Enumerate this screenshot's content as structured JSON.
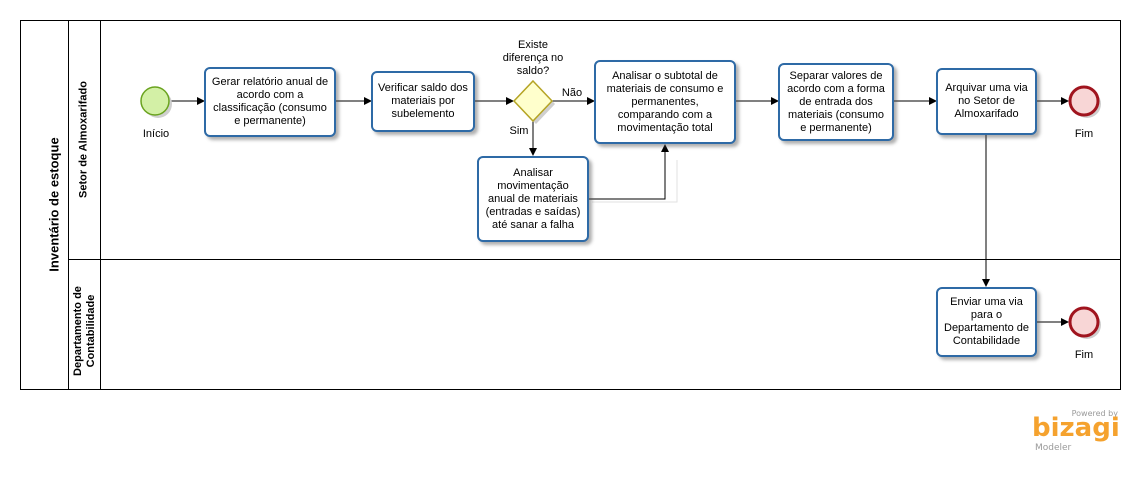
{
  "pool": {
    "title": "Inventário de estoque"
  },
  "lanes": [
    {
      "title": "Setor de Almoxarifado"
    },
    {
      "title": "Departamento de Contabilidade"
    }
  ],
  "events": {
    "start": "Início",
    "end_almox": "Fim",
    "end_contab": "Fim"
  },
  "tasks": {
    "gerar_relatorio": "Gerar relatório anual de acordo com a classificação (consumo e permanente)",
    "verificar_saldo": "Verificar saldo dos materiais por subelemento",
    "analisar_movimentacao": "Analisar movimentação anual de materiais (entradas e saídas) até sanar a falha",
    "analisar_subtotal": "Analisar o subtotal de materiais de consumo e permanentes, comparando com a movimentação total",
    "separar_valores": "Separar valores de acordo com a forma de entrada dos materiais (consumo e permanente)",
    "arquivar_via": "Arquivar uma via no Setor de Almoxarifado",
    "enviar_via": "Enviar uma via para o Departamento de Contabilidade"
  },
  "gateway": {
    "question": "Existe diferença no saldo?",
    "yes": "Sim",
    "no": "Não"
  },
  "branding": {
    "powered_by": "Powered by",
    "logo": "bizagi",
    "product": "Modeler"
  },
  "colors": {
    "task_border": "#2e6aa6",
    "start_fill": "#d3f0a6",
    "start_stroke": "#6aa31f",
    "end_fill": "#f8d6d6",
    "end_stroke": "#a0141e",
    "gateway_fill": "#ffffcc",
    "gateway_stroke": "#b5a424",
    "brand_orange": "#f5a22e"
  }
}
